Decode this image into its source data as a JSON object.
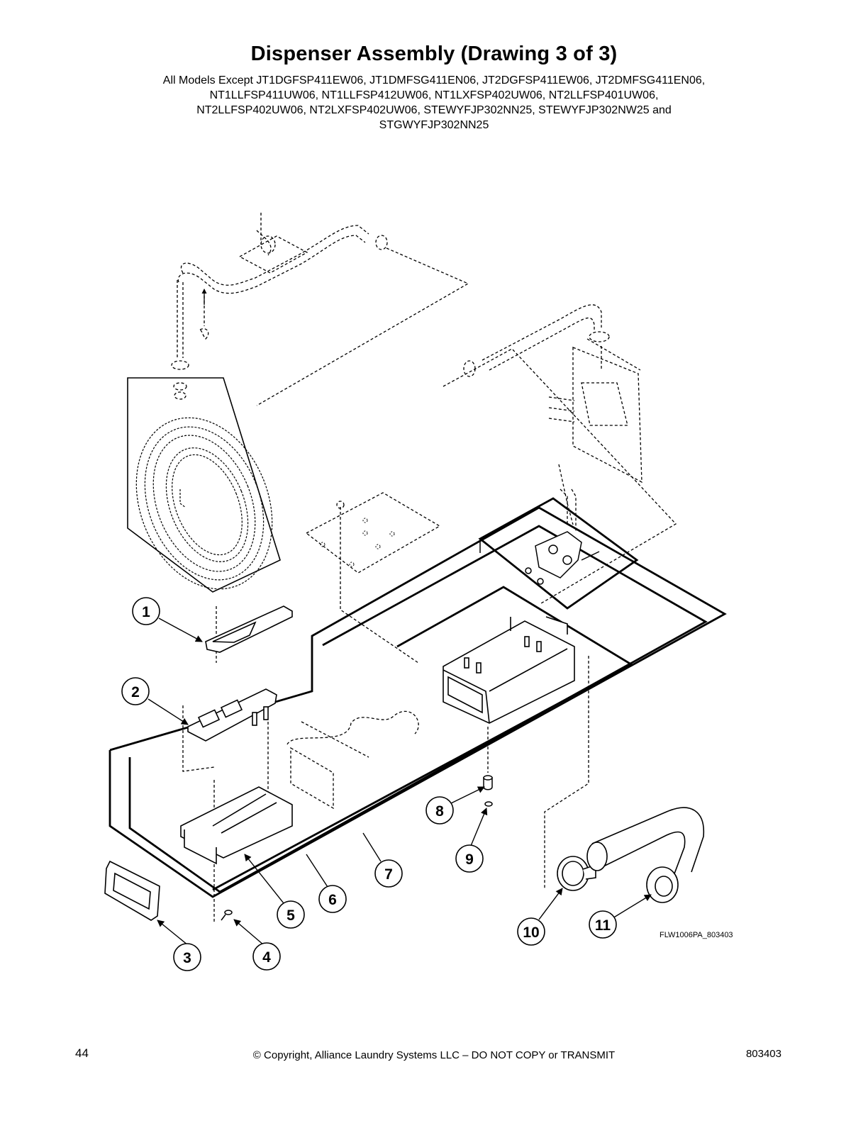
{
  "header": {
    "title": "Dispenser Assembly (Drawing 3 of 3)",
    "subtitle_lines": [
      "All Models Except JT1DGFSP411EW06, JT1DMFSG411EN06, JT2DGFSP411EW06, JT2DMFSG411EN06,",
      "NT1LLFSP411UW06, NT1LLFSP412UW06, NT1LXFSP402UW06, NT2LLFSP401UW06,",
      "NT2LLFSP402UW06, NT2LXFSP402UW06, STEWYFJP302NN25, STEWYFJP302NW25 and",
      "STGWYFJP302NN25"
    ]
  },
  "diagram": {
    "callouts": [
      "1",
      "2",
      "3",
      "4",
      "5",
      "6",
      "7",
      "8",
      "9",
      "10",
      "11"
    ],
    "figure_code": "FLW1006PA_803403"
  },
  "footer": {
    "page_number": "44",
    "copyright": "© Copyright, Alliance Laundry Systems LLC – DO NOT COPY or TRANSMIT",
    "doc_number": "803403"
  }
}
